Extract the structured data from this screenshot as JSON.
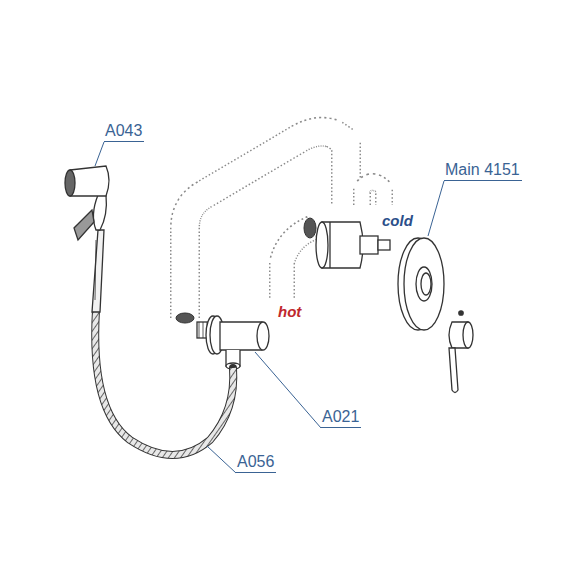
{
  "diagram": {
    "labels": [
      "A043",
      "Main 4151",
      "cold",
      "hot",
      "A021",
      "A056"
    ]
  }
}
